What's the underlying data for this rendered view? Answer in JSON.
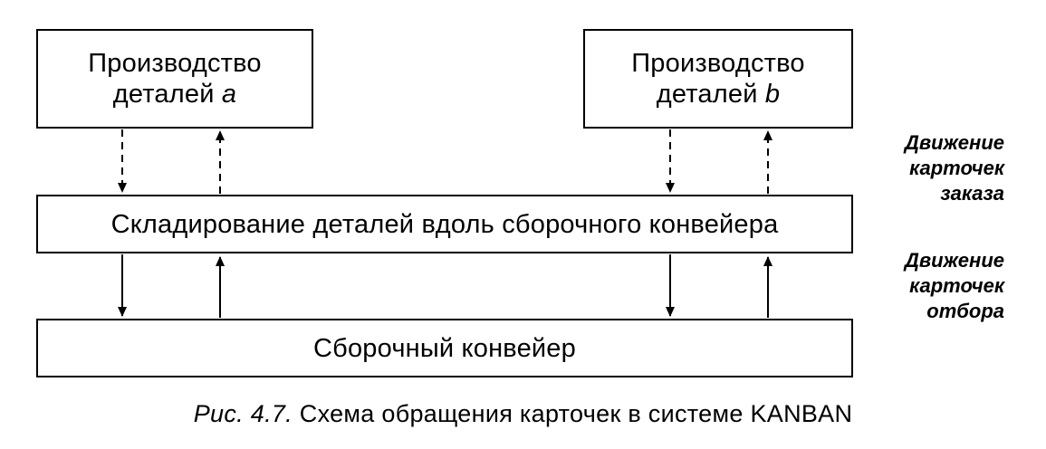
{
  "boxes": {
    "production_a": {
      "line1": "Производство",
      "line2_prefix": "деталей ",
      "line2_var": "a"
    },
    "production_b": {
      "line1": "Производство",
      "line2_prefix": "деталей ",
      "line2_var": "b"
    },
    "storage": {
      "label": "Складирование деталей вдоль сборочного конвейера"
    },
    "conveyor": {
      "label": "Сборочный конвейер"
    }
  },
  "side_labels": {
    "order_cards": [
      "Движение",
      "карточек",
      "заказа"
    ],
    "pick_cards": [
      "Движение",
      "карточек",
      "отбора"
    ]
  },
  "caption": {
    "figure_number": "Рис. 4.7.",
    "text": " Схема обращения карточек в системе KANBAN"
  }
}
